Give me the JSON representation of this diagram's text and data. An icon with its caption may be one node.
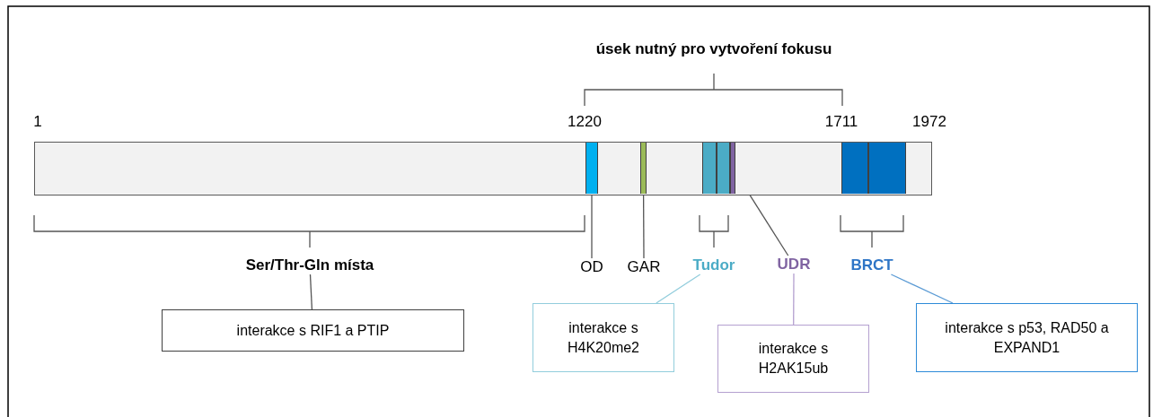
{
  "diagram": {
    "nodes": [
      {
        "text": [],
        "shape": "bar"
      },
      {
        "text": [],
        "shape": "box",
        "in": 0
      },
      {
        "text": [],
        "shape": "box",
        "in": 0
      },
      {
        "text": [],
        "shape": "box",
        "in": 0
      },
      {
        "text": [],
        "shape": "box",
        "in": 0
      },
      {
        "text": [],
        "shape": "box",
        "in": 0
      },
      {
        "text": [],
        "shape": "box",
        "in": 0
      },
      {
        "text": [],
        "shape": "box",
        "in": 0
      },
      {
        "text": [
          "Ser/Thr-Gln místa"
        ]
      },
      {
        "text": [
          "OD"
        ]
      },
      {
        "text": [
          "GAR"
        ]
      },
      {
        "text": [
          "Tudor"
        ]
      },
      {
        "text": [
          "UDR"
        ]
      },
      {
        "text": [
          "BRCT"
        ]
      },
      {
        "text": [
          "interakce s RIF1 a PTIP"
        ]
      },
      {
        "text": [
          "interakce s H4K20me2"
        ]
      },
      {
        "text": [
          "interakce s H2AK15ub"
        ]
      },
      {
        "text": [
          "interakce s p53, RAD50 a EXPAND1"
        ]
      }
    ],
    "edges": [
      {
        "from": 9,
        "to": 1,
        "arrow": "none"
      },
      {
        "from": 10,
        "to": 2,
        "arrow": "none"
      },
      {
        "from": 12,
        "to": 5,
        "arrow": "none"
      },
      {
        "from": 8,
        "to": 14,
        "arrow": "none"
      },
      {
        "from": 11,
        "to": 15,
        "arrow": "none",
        "color": "#92cddc"
      },
      {
        "from": 12,
        "to": 16,
        "arrow": "none",
        "color": "#b4a0d0"
      },
      {
        "from": 13,
        "to": 17,
        "arrow": "none",
        "color": "#5b9bd5"
      }
    ],
    "labels": [
      "úsek nutný pro vytvoření fokusu",
      "1",
      "1220",
      "1711",
      "1972"
    ]
  }
}
